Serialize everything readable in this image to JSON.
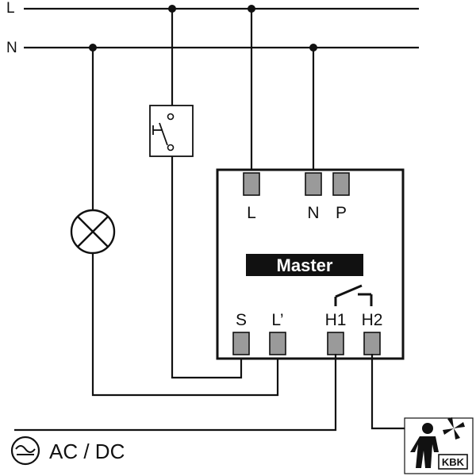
{
  "lines": {
    "l_label": "L",
    "n_label": "N"
  },
  "master": {
    "title": "Master",
    "top_terminals": [
      "L",
      "N",
      "P"
    ],
    "bottom_terminals": [
      "S",
      "L’",
      "H1",
      "H2"
    ]
  },
  "supply": {
    "label": "AC / DC"
  },
  "logo": {
    "text": "KBK"
  },
  "colors": {
    "wire": "#111111",
    "terminal": "#9a9a9a",
    "banner": "#111111",
    "banner_text": "#ffffff"
  }
}
